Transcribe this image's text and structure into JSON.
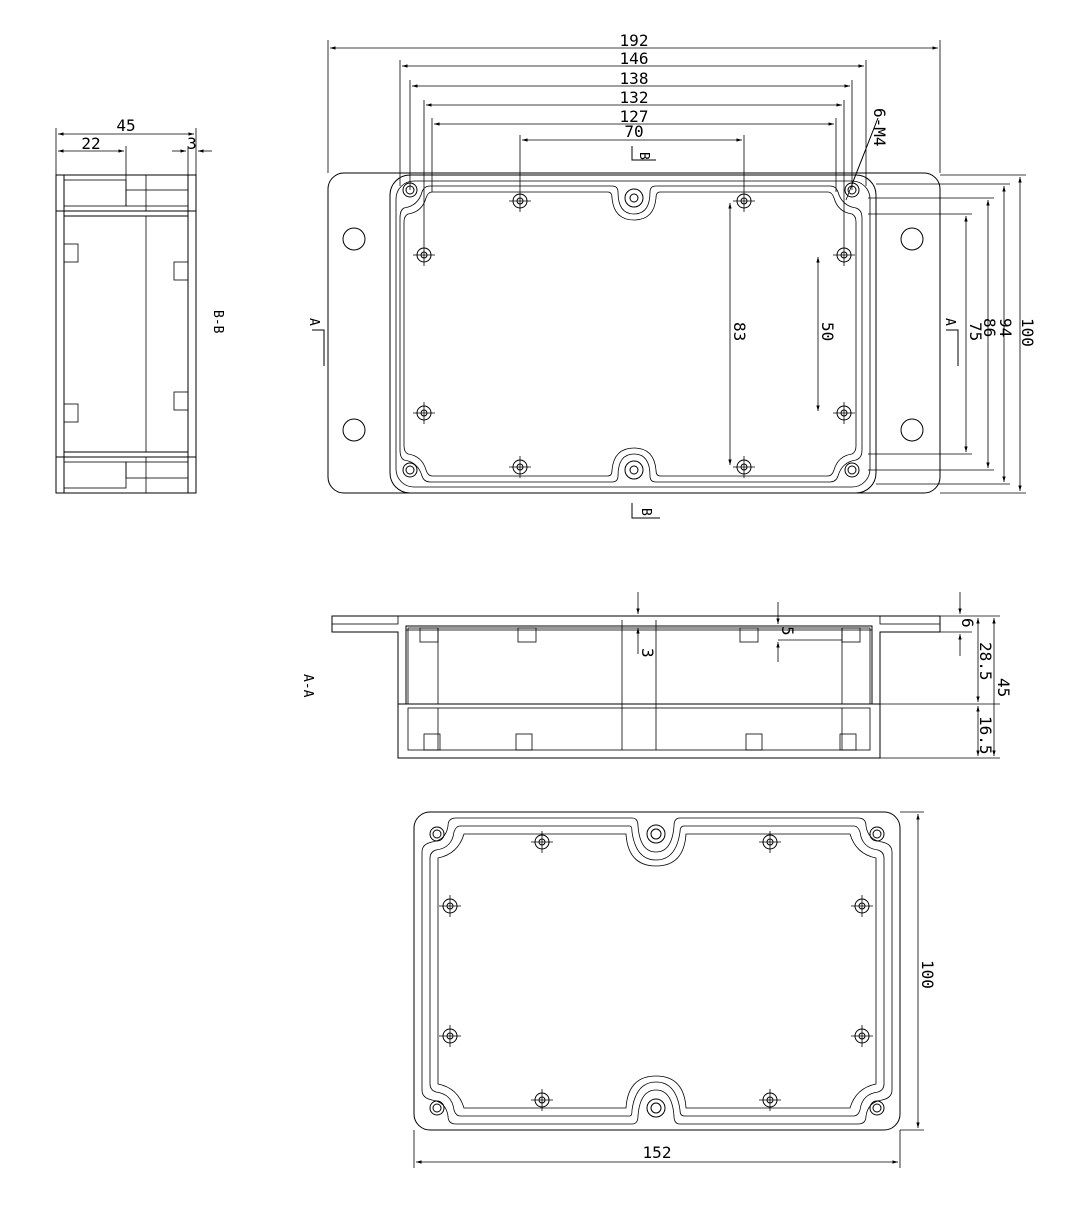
{
  "top_view": {
    "width_192": "192",
    "width_146": "146",
    "width_138": "138",
    "width_132": "132",
    "width_127": "127",
    "width_70": "70",
    "screw_note": "6-M4",
    "height_83": "83",
    "height_50": "50",
    "height_75": "75",
    "height_86": "86",
    "height_94": "94",
    "height_100": "100",
    "section_a": "A",
    "section_b": "B"
  },
  "side_view": {
    "width_45": "45",
    "width_22": "22",
    "width_3": "3",
    "title": "B-B"
  },
  "section_view": {
    "title": "A-A",
    "dim_3": "3",
    "dim_5": "5",
    "dim_6": "6",
    "dim_28_5": "28.5",
    "dim_45": "45",
    "dim_16_5": "16.5"
  },
  "bottom_view": {
    "width_152": "152",
    "height_100": "100"
  }
}
